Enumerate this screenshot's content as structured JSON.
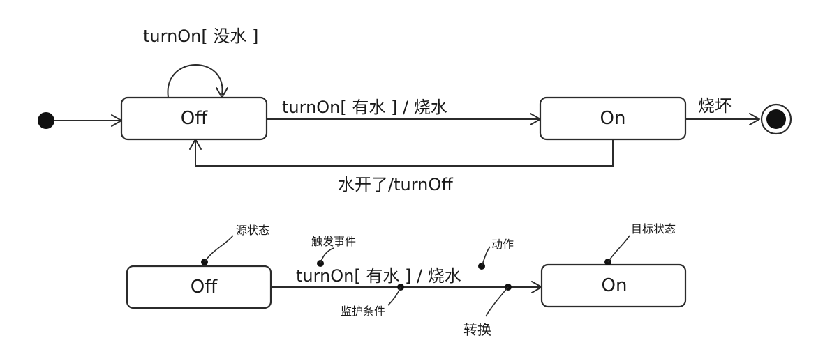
{
  "diagram_top": {
    "states": {
      "off": "Off",
      "on": "On"
    },
    "transitions": {
      "self_loop_label": "turnOn[ 没水 ]",
      "off_to_on_label": "turnOn[ 有水 ] / 烧水",
      "on_to_off_label": "水开了/turnOff",
      "on_to_final_label": "烧坏"
    }
  },
  "diagram_bottom": {
    "states": {
      "source": "Off",
      "target": "On"
    },
    "transition_label": "turnOn[ 有水 ] / 烧水",
    "annotations": {
      "source_state": "源状态",
      "trigger_event": "触发事件",
      "action": "动作",
      "target_state": "目标状态",
      "guard_condition": "监护条件",
      "transition": "转换"
    }
  },
  "colors": {
    "line": "#2b2b2b",
    "dot": "#111111",
    "background": "#ffffff"
  }
}
